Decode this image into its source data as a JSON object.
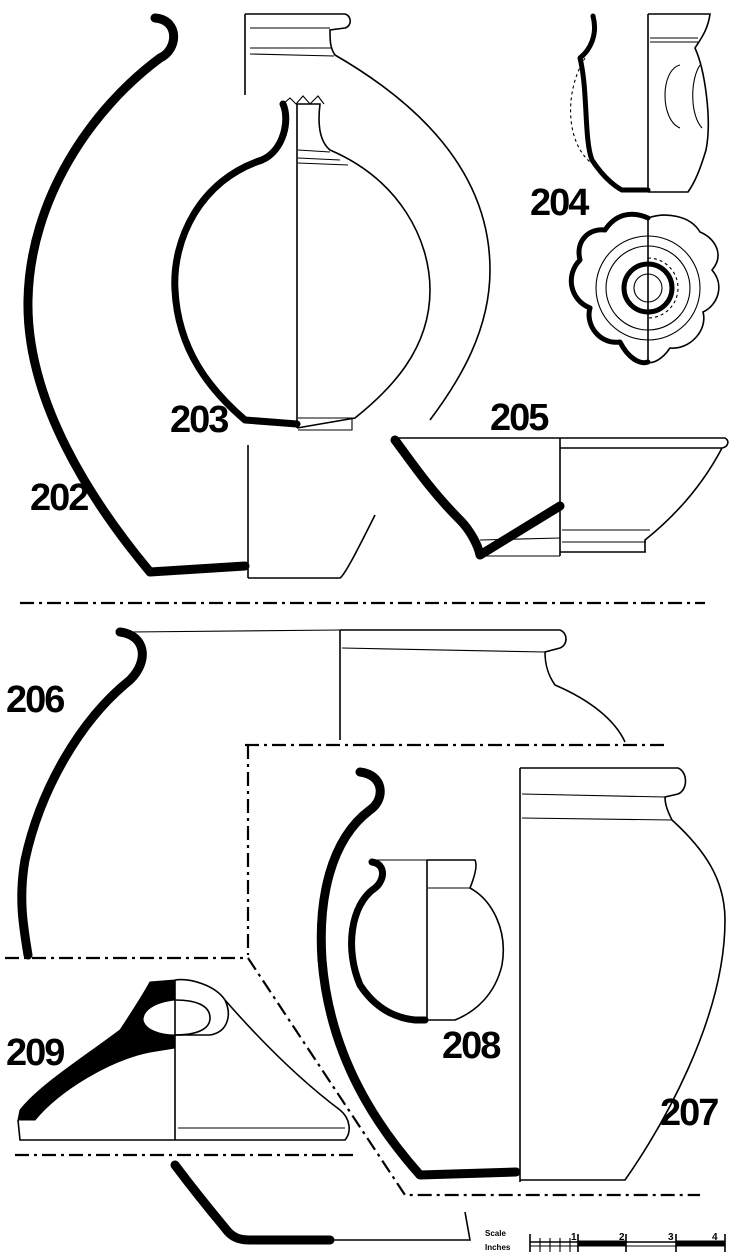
{
  "figures": [
    {
      "id": "vessel-202",
      "label": "202"
    },
    {
      "id": "vessel-203",
      "label": "203"
    },
    {
      "id": "vessel-204",
      "label": "204"
    },
    {
      "id": "vessel-205",
      "label": "205"
    },
    {
      "id": "vessel-206",
      "label": "206"
    },
    {
      "id": "vessel-207",
      "label": "207"
    },
    {
      "id": "vessel-208",
      "label": "208"
    },
    {
      "id": "vessel-209",
      "label": "209"
    }
  ],
  "scale": {
    "title": "Scale",
    "units": "Inches",
    "ticks": [
      "1",
      "2",
      "3",
      "4"
    ]
  }
}
